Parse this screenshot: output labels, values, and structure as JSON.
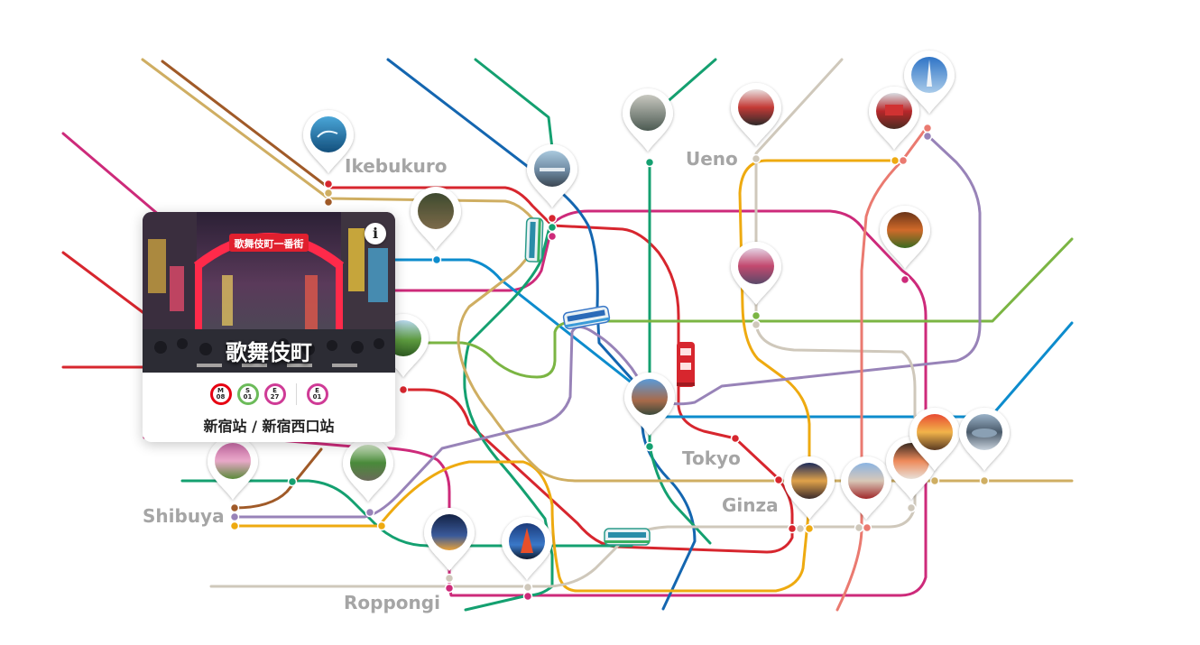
{
  "areas": {
    "ikebukuro": "Ikebukuro",
    "ueno": "Ueno",
    "tokyo": "Tokyo",
    "ginza": "Ginza",
    "shibuya": "Shibuya",
    "roppongi": "Roppongi"
  },
  "line_colors": {
    "red": "#d7262e",
    "pink": "#cd2a7a",
    "magenta": "#d4217f",
    "blue": "#0d8ccd",
    "darkblue": "#1466b0",
    "green": "#14a070",
    "lime": "#7bb543",
    "orange": "#eeaa10",
    "tan": "#cfae62",
    "brown": "#a05a28",
    "purple": "#9883b8",
    "gray": "#cfc8bb",
    "salmon": "#ea7a70"
  },
  "selected_spot": {
    "title": "歌舞伎町",
    "sign_text": "歌舞伎町一番街",
    "station": "新宿站 / 新宿西口站",
    "info_icon": "info-icon",
    "badges": [
      {
        "line": "M",
        "number": "08",
        "color": "#e60012"
      },
      {
        "line": "S",
        "number": "01",
        "color": "#6cbb5a"
      },
      {
        "line": "E",
        "number": "27",
        "color": "#cf3b96"
      },
      {
        "line": "E",
        "number": "01",
        "color": "#cf3b96"
      }
    ]
  },
  "spot_pins": [
    {
      "name": "aquarium"
    },
    {
      "name": "station-building"
    },
    {
      "name": "shrine-forest"
    },
    {
      "name": "city-block"
    },
    {
      "name": "ameyoko-market"
    },
    {
      "name": "kaminarimon-gate"
    },
    {
      "name": "skytree"
    },
    {
      "name": "food-dish"
    },
    {
      "name": "akihabara"
    },
    {
      "name": "park"
    },
    {
      "name": "tokyo-station"
    },
    {
      "name": "ginza-building"
    },
    {
      "name": "kabukiza"
    },
    {
      "name": "sushi"
    },
    {
      "name": "food-bowl"
    },
    {
      "name": "tsukiji-fish"
    },
    {
      "name": "flower-garden"
    },
    {
      "name": "omotesando"
    },
    {
      "name": "roppongi-hills"
    },
    {
      "name": "tokyo-tower"
    }
  ],
  "train_icons": [
    {
      "name": "yamanote-train"
    },
    {
      "name": "keihin-train"
    },
    {
      "name": "chuo-train"
    },
    {
      "name": "red-bus"
    }
  ]
}
